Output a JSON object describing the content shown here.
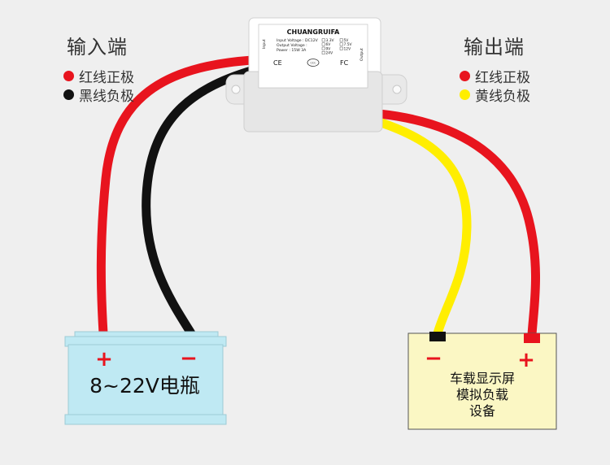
{
  "input_side": {
    "title": "输入端",
    "legend": [
      {
        "text": "红线正极",
        "color": "#e8141e"
      },
      {
        "text": "黑线负极",
        "color": "#111111"
      }
    ]
  },
  "output_side": {
    "title": "输出端",
    "legend": [
      {
        "text": "红线正极",
        "color": "#e8141e"
      },
      {
        "text": "黄线负极",
        "color": "#ffee00"
      }
    ]
  },
  "converter": {
    "brand": "CHUANGRUIFA",
    "input_voltage": "Input Voltage : DC12V",
    "output_voltage_label": "Output Voltage :",
    "output_voltage_options": [
      "3.3V",
      "5V",
      "6V",
      "7.5V",
      "9V",
      "12V",
      "24V"
    ],
    "power": "Power : 15W 3A",
    "side_input": "Input",
    "side_output": "Output",
    "marks": [
      "CE",
      "CCC",
      "FC"
    ]
  },
  "battery": {
    "label": "8~22V电瓶",
    "plus": "+",
    "minus": "−",
    "fill": "#bfe9f3"
  },
  "load": {
    "lines": [
      "车载显示屏",
      "模拟负载",
      "设备"
    ],
    "plus": "+",
    "minus": "−",
    "fill": "#fbf7c4"
  },
  "colors": {
    "red_wire": "#e8141e",
    "black_wire": "#111111",
    "yellow_wire": "#ffee00",
    "sign_red": "#e8141e"
  }
}
